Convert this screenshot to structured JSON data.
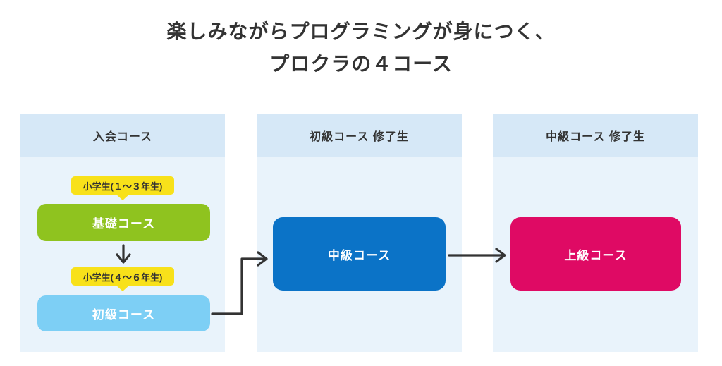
{
  "title": {
    "line1": "楽しみながらプログラミングが身につく、",
    "line2": "プロクラの４コース"
  },
  "columns": [
    {
      "header": "入会コース",
      "badge_grade_1_3": "小学生(１～３年生)",
      "basic_course": "基礎コース",
      "badge_grade_4_6": "小学生(４～６年生)",
      "beginner_course": "初級コース"
    },
    {
      "header": "初級コース 修了生",
      "intermediate_course": "中級コース"
    },
    {
      "header": "中級コース 修了生",
      "advanced_course": "上級コース"
    }
  ],
  "colors": {
    "panel_header_bg": "#d6e8f7",
    "panel_body_bg": "#e9f3fb",
    "badge_yellow": "#f8e11a",
    "basic_green": "#8fc31f",
    "beginner_lightblue": "#7dcff5",
    "intermediate_blue": "#0b73c7",
    "advanced_pink": "#df0a64",
    "arrow": "#333333",
    "title_text": "#333333",
    "box_text": "#ffffff"
  }
}
